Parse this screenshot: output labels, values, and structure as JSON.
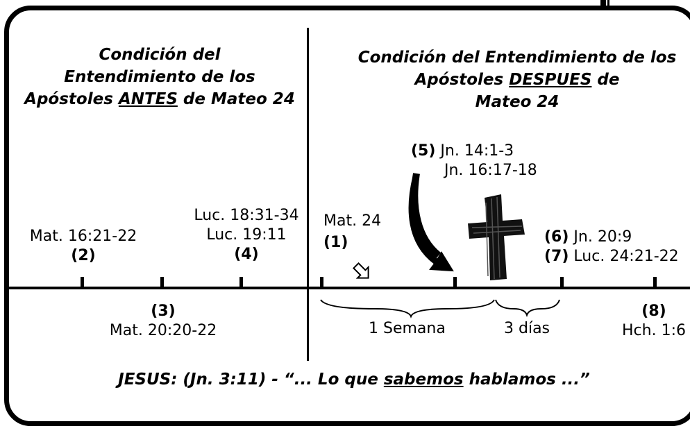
{
  "left_heading": {
    "line1": "Condición del",
    "line2": "Entendimiento de los",
    "line3_pre": "Apóstoles ",
    "line3_u": "ANTES",
    "line3_post": " de Mateo 24"
  },
  "right_heading": {
    "line1": "Condición del Entendimiento de los",
    "line2_pre": "Apóstoles ",
    "line2_u": "DESPUES",
    "line2_post": " de",
    "line3": "Mateo 24"
  },
  "refs": {
    "r2_text": "Mat. 16:21-22",
    "r2_num": "(2)",
    "r4_line1": "Luc. 18:31-34",
    "r4_line2": "Luc. 19:11",
    "r4_num": "(4)",
    "r1_text": "Mat. 24",
    "r1_num": "(1)",
    "r3_num": "(3)",
    "r3_text": "Mat. 20:20-22",
    "r5_num": "(5)",
    "r5_line1": "Jn. 14:1-3",
    "r5_line2": "Jn. 16:17-18",
    "r6_num": "(6)",
    "r6_text": "Jn. 20:9",
    "r7_num": "(7)",
    "r7_text": "Luc. 24:21-22",
    "r8_num": "(8)",
    "r8_text": "Hch. 1:6"
  },
  "spans": {
    "week": "1 Semana",
    "days": "3 días"
  },
  "footer": {
    "pre": "JESUS: (Jn. 3:11) - “... Lo que ",
    "u": "sabemos",
    "post": " hablamos ...”"
  }
}
